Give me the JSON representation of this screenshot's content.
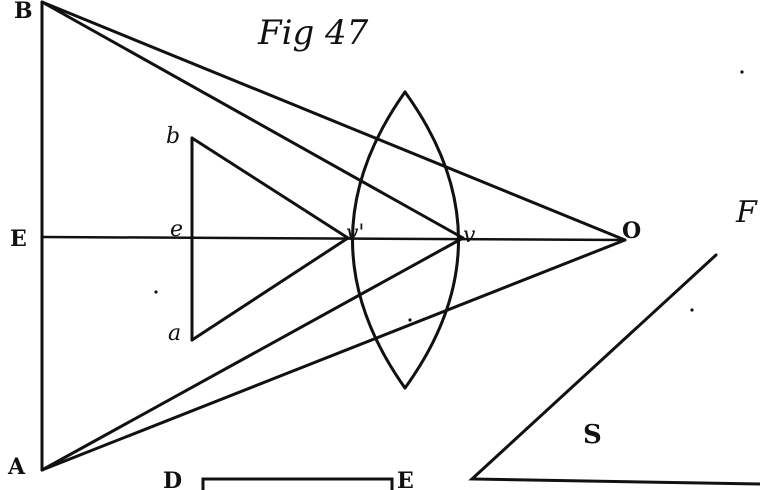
{
  "figure": {
    "title": "Fig 47",
    "labels": {
      "B": "B",
      "E": "E",
      "A": "A",
      "b": "b",
      "e": "e",
      "a": "a",
      "v_prime": "v'",
      "v": "v",
      "O": "O",
      "F": "F",
      "S": "S",
      "D": "D",
      "E_prime": "E"
    }
  }
}
